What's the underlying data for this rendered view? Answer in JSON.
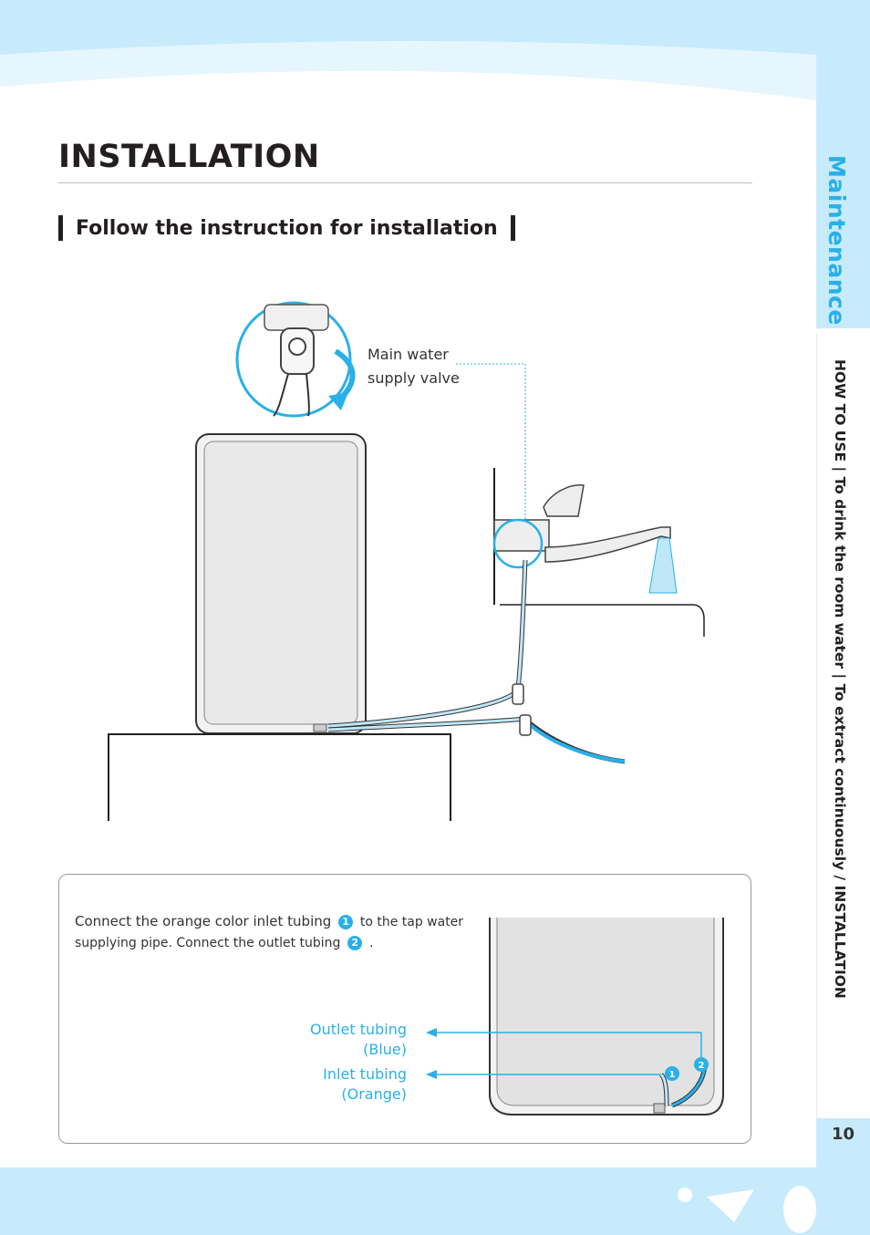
{
  "section_tab": "Maintenance",
  "breadcrumb": "HOW TO USE | To drink the room water | To extract continuously / INSTALLATION",
  "page_number": "10",
  "title": "INSTALLATION",
  "subtitle": "Follow the instruction for installation",
  "callout_valve_line1": "Main water",
  "callout_valve_line2": "supply valve",
  "instruction": {
    "part1": "Connect the orange color inlet tubing",
    "badge1": "1",
    "part2": "to the tap water supplying pipe. Connect the outlet tubing",
    "badge2": "2",
    "part3": "."
  },
  "outlet_label_line1": "Outlet tubing",
  "outlet_label_line2": "(Blue)",
  "inlet_label_line1": "Inlet tubing",
  "inlet_label_line2": "(Orange)",
  "colors": {
    "accent_blue": "#29b0e8",
    "band_light_blue": "#c7ebfb",
    "text_dark": "#231f20"
  }
}
